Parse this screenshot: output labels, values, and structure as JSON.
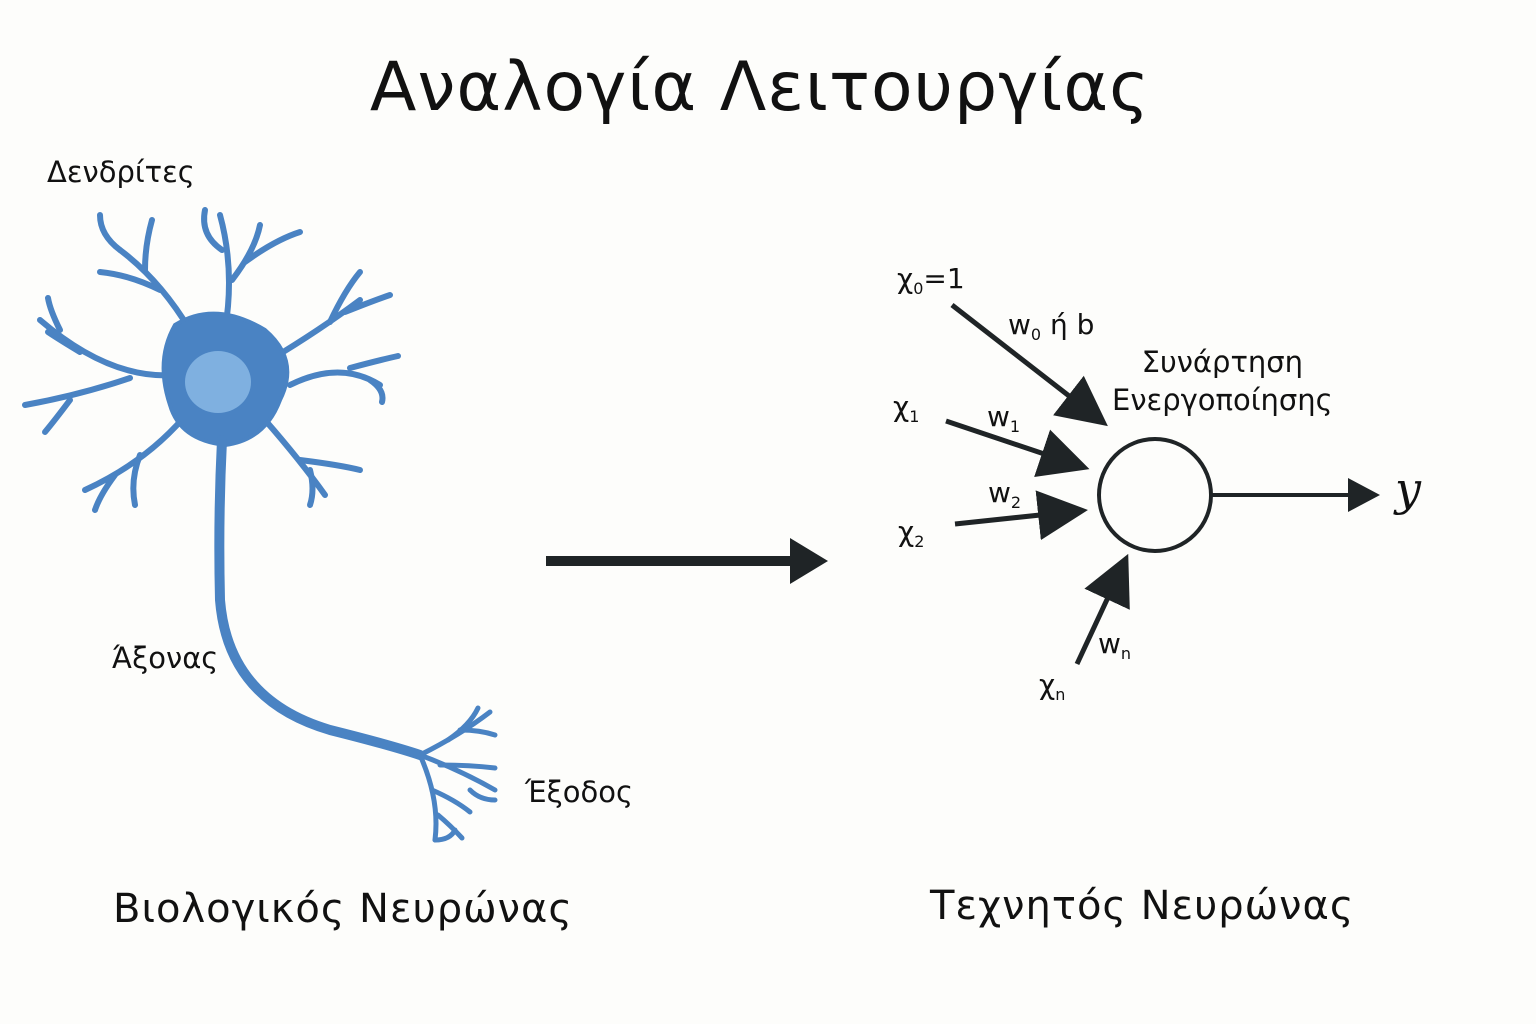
{
  "title": "Αναλογία Λειτουργίας",
  "biological": {
    "caption": "Βιολογικός Νευρώνας",
    "dendrites_label": "Δενδρίτες",
    "axon_label": "Άξονας",
    "output_label": "Έξοδος"
  },
  "artificial": {
    "caption": "Τεχνητός Νευρώνας",
    "x0": {
      "symbol": "χ",
      "sub": "0",
      "suffix": "=1"
    },
    "w0": {
      "symbol": "w",
      "sub": "0",
      "suffix": " ή b"
    },
    "activation_line1": "Συνάρτηση",
    "activation_line2": "Ενεργοποίησης",
    "x1": {
      "symbol": "χ",
      "sub": "1"
    },
    "w1": {
      "symbol": "w",
      "sub": "1"
    },
    "x2": {
      "symbol": "χ",
      "sub": "2"
    },
    "w2": {
      "symbol": "w",
      "sub": "2"
    },
    "xn": {
      "symbol": "χ",
      "sub": "n"
    },
    "wn": {
      "symbol": "w",
      "sub": "n"
    },
    "output": "y"
  },
  "colors": {
    "neuron_body": "#4a83c3",
    "nucleus": "#7fb0e0",
    "arrow": "#1f2426",
    "background": "#fdfdfb"
  }
}
